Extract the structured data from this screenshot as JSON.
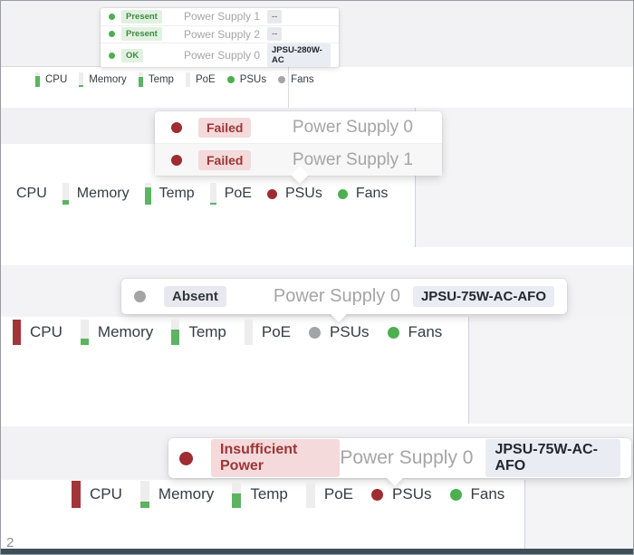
{
  "colors": {
    "status_green": "#4caf50",
    "status_red": "#9e2c30",
    "status_gray": "#a2a4a6",
    "badge_success_bg": "#e1f1e1",
    "badge_success_text": "#3d8b40",
    "badge_danger_bg": "#f4dada",
    "badge_danger_text": "#9c3537",
    "badge_neutral_bg": "#e7e9ef",
    "model_badge_bg": "#e9ecf2",
    "gauge_fill_green": "#5cb360",
    "gauge_fill_red": "#a23539",
    "psu_name_text": "#a5a5a5",
    "footer_bar": "#3e4f5a"
  },
  "sections": [
    {
      "name": "psu-ok",
      "tooltip": {
        "rows": [
          {
            "dot": "green",
            "status": {
              "label": "Present",
              "variant": "success"
            },
            "name": "Power Supply 1",
            "model": {
              "label": "--",
              "variant": "muted"
            }
          },
          {
            "dot": "green",
            "status": {
              "label": "Present",
              "variant": "success"
            },
            "name": "Power Supply 2",
            "model": {
              "label": "--",
              "variant": "muted"
            }
          },
          {
            "dot": "green",
            "status": {
              "label": "OK",
              "variant": "success"
            },
            "name": "Power Supply 0",
            "model": {
              "label": "JPSU-280W-AC",
              "variant": "model"
            }
          }
        ]
      },
      "metrics": [
        {
          "label": "CPU",
          "type": "bar",
          "fill": 75,
          "color": "green"
        },
        {
          "label": "Memory",
          "type": "bar",
          "fill": 14,
          "color": "green"
        },
        {
          "label": "Temp",
          "type": "bar",
          "fill": 70,
          "color": "green"
        },
        {
          "label": "PoE",
          "type": "bar",
          "fill": 0,
          "color": "green"
        },
        {
          "label": "PSUs",
          "type": "dot",
          "color": "green"
        },
        {
          "label": "Fans",
          "type": "dot",
          "color": "gray"
        }
      ]
    },
    {
      "name": "psu-failed",
      "tooltip": {
        "rows": [
          {
            "dot": "danger",
            "status": {
              "label": "Failed",
              "variant": "danger"
            },
            "name": "Power Supply 0"
          },
          {
            "dot": "danger",
            "status": {
              "label": "Failed",
              "variant": "danger"
            },
            "name": "Power Supply 1"
          }
        ]
      },
      "metrics": [
        {
          "label": "CPU",
          "type": "none"
        },
        {
          "label": "Memory",
          "type": "bar",
          "fill": 20,
          "color": "green"
        },
        {
          "label": "Temp",
          "type": "bar",
          "fill": 80,
          "color": "green"
        },
        {
          "label": "PoE",
          "type": "bar",
          "fill": 8,
          "color": "green"
        },
        {
          "label": "PSUs",
          "type": "dot",
          "color": "danger"
        },
        {
          "label": "Fans",
          "type": "dot",
          "color": "green"
        }
      ]
    },
    {
      "name": "psu-absent",
      "tooltip": {
        "rows": [
          {
            "dot": "gray",
            "status": {
              "label": "Absent",
              "variant": "neutral"
            },
            "name": "Power Supply 0",
            "model": {
              "label": "JPSU-75W-AC-AFO",
              "variant": "model"
            }
          }
        ]
      },
      "metrics": [
        {
          "label": "CPU",
          "type": "bar",
          "fill": 100,
          "color": "darkred"
        },
        {
          "label": "Memory",
          "type": "bar",
          "fill": 25,
          "color": "green"
        },
        {
          "label": "Temp",
          "type": "bar",
          "fill": 62,
          "color": "green"
        },
        {
          "label": "PoE",
          "type": "bar",
          "fill": 0,
          "color": "green"
        },
        {
          "label": "PSUs",
          "type": "dot",
          "color": "gray"
        },
        {
          "label": "Fans",
          "type": "dot",
          "color": "green"
        }
      ]
    },
    {
      "name": "psu-insufficient-power",
      "tooltip": {
        "rows": [
          {
            "dot": "danger",
            "status": {
              "label": "Insufficient Power",
              "variant": "danger"
            },
            "name": "Power Supply 0",
            "model": {
              "label": "JPSU-75W-AC-AFO",
              "variant": "model"
            }
          }
        ]
      },
      "metrics": [
        {
          "label": "CPU",
          "type": "bar",
          "fill": 100,
          "color": "darkred"
        },
        {
          "label": "Memory",
          "type": "bar",
          "fill": 25,
          "color": "green"
        },
        {
          "label": "Temp",
          "type": "bar",
          "fill": 55,
          "color": "green"
        },
        {
          "label": "PoE",
          "type": "bar",
          "fill": 0,
          "color": "green"
        },
        {
          "label": "PSUs",
          "type": "dot",
          "color": "danger"
        },
        {
          "label": "Fans",
          "type": "dot",
          "color": "green"
        }
      ]
    }
  ],
  "footer": {
    "page_number": "2"
  }
}
